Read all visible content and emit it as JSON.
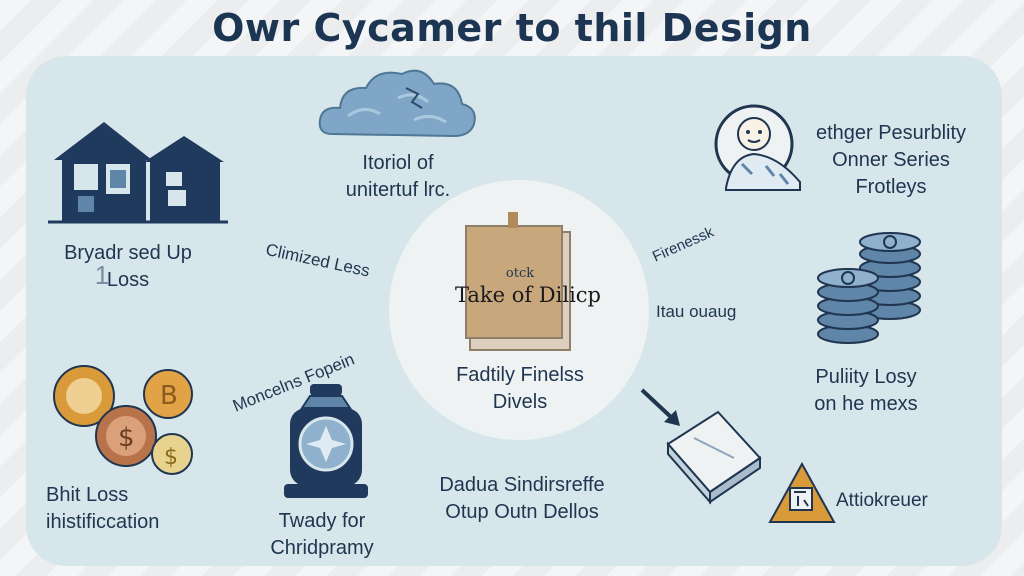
{
  "title": "Owr Cycamer to thil Design",
  "center": {
    "book_top": "otck",
    "book_title": "Take of Dilicp",
    "caption": [
      "Fadtily Finelss",
      "Divels"
    ]
  },
  "nodes": {
    "cloud": [
      "Itoriol of",
      "unitertuf lrc."
    ],
    "houses": [
      "Bryadr sed Up",
      "Loss"
    ],
    "person": [
      "ethger Pesurblity",
      "Onner Series",
      "Frotleys"
    ],
    "coins": [
      "Bhit Loss",
      "ihistificcation"
    ],
    "lantern": [
      "Twady for",
      "Chridpramy"
    ],
    "middle_bottom": [
      "Dadua Sindirsreffe",
      "Otup Outn Dellos"
    ],
    "stack": [
      "Puliity Losy",
      "on he mexs"
    ],
    "warning": "Attiokreuer"
  },
  "connectors": {
    "climized": "Climized Less",
    "monceins": "Moncelns Fopein",
    "firenessk": "Firenessk",
    "itau": "Itau ouaug"
  },
  "house_tag": "1",
  "colors": {
    "panel": "#d6e6ea",
    "navy": "#1f3550",
    "accent_gold": "#d99a3a",
    "accent_blue": "#5f86a8"
  }
}
